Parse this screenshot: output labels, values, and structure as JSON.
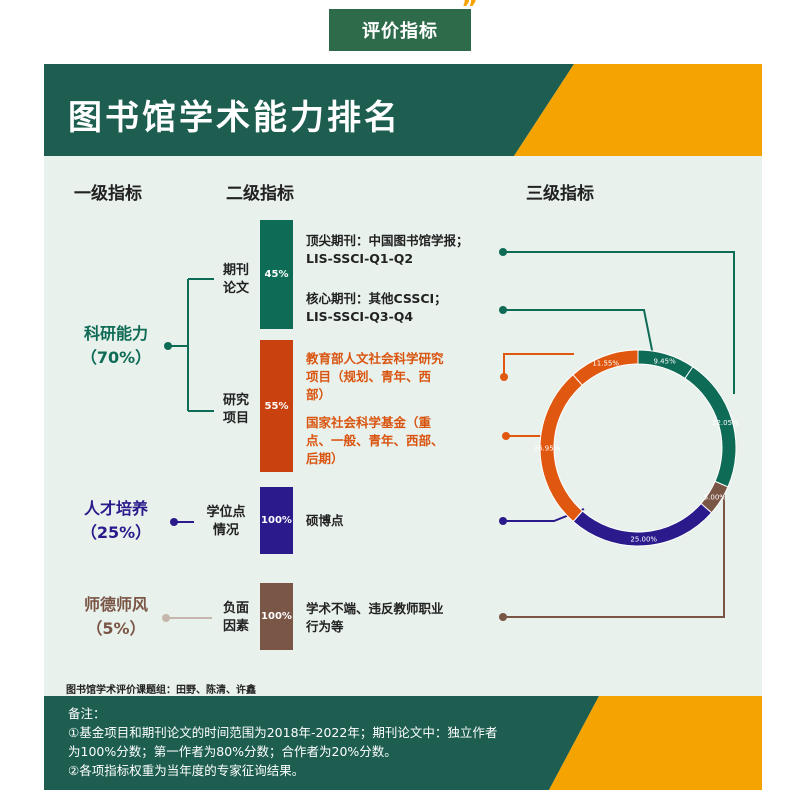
{
  "badge": "评价指标",
  "title": "图书馆学术能力排名",
  "columns": {
    "level1": "一级指标",
    "level2": "二级指标",
    "level3": "三级指标"
  },
  "level1": [
    {
      "name": "科研能力",
      "weight": "（70%）",
      "color": "#0e6b55"
    },
    {
      "name": "人才培养",
      "weight": "（25%）",
      "color": "#2a1a8c"
    },
    {
      "name": "师德师风",
      "weight": "（5%）",
      "color": "#7a5646"
    }
  ],
  "level2": [
    {
      "name_line1": "期刊",
      "name_line2": "论文",
      "percent": "45%",
      "color": "#0e6b55"
    },
    {
      "name_line1": "研究",
      "name_line2": "项目",
      "percent": "55%",
      "color": "#c8410e"
    },
    {
      "name_line1": "学位点",
      "name_line2": "情况",
      "percent": "100%",
      "color": "#2a1a8c"
    },
    {
      "name_line1": "负面",
      "name_line2": "因素",
      "percent": "100%",
      "color": "#7a5646"
    }
  ],
  "level3": [
    {
      "line1": "顶尖期刊：中国图书馆学报；",
      "line2": "LIS-SSCI-Q1-Q2",
      "line3": ""
    },
    {
      "line1": "核心期刊：其他CSSCI；",
      "line2": "LIS-SSCI-Q3-Q4",
      "line3": ""
    },
    {
      "line1": "教育部人文社会科学研究",
      "line2": "项目（规划、青年、西",
      "line3": "部）"
    },
    {
      "line1": "国家社会科学基金（重",
      "line2": "点、一般、青年、西部、",
      "line3": "后期）"
    },
    {
      "line1": "硕博点",
      "line2": "",
      "line3": ""
    },
    {
      "line1": "学术不端、违反教师职业",
      "line2": "行为等",
      "line3": ""
    }
  ],
  "chart_data": {
    "type": "pie",
    "slices": [
      {
        "label": "9.45%",
        "value": 9.45,
        "color": "#0e6b55"
      },
      {
        "label": "22.05%",
        "value": 22.05,
        "color": "#0e6b55"
      },
      {
        "label": "5.00%",
        "value": 5.0,
        "color": "#7a5646"
      },
      {
        "label": "25.00%",
        "value": 25.0,
        "color": "#2a1a8c"
      },
      {
        "label": "26.95%",
        "value": 26.95,
        "color": "#e0570f"
      },
      {
        "label": "11.55%",
        "value": 11.55,
        "color": "#e0570f"
      }
    ]
  },
  "credit": "图书馆学术评价课题组：田野、陈清、许鑫",
  "notes": {
    "heading": "备注：",
    "line1": "①基金项目和期刊论文的时间范围为2018年-2022年；期刊论文中：独立作者",
    "line2": "为100%分数；第一作者为80%分数；合作者为20%分数。",
    "line3": "②各项指标权重为当年度的专家征询结果。"
  },
  "colors": {
    "teal": "#0e6b55",
    "dark_green": "#1d5e50",
    "orange": "#f5a300",
    "rust": "#c8410e",
    "purple": "#2a1a8c",
    "brown": "#7a5646",
    "panel_bg": "#e9f1ec"
  }
}
